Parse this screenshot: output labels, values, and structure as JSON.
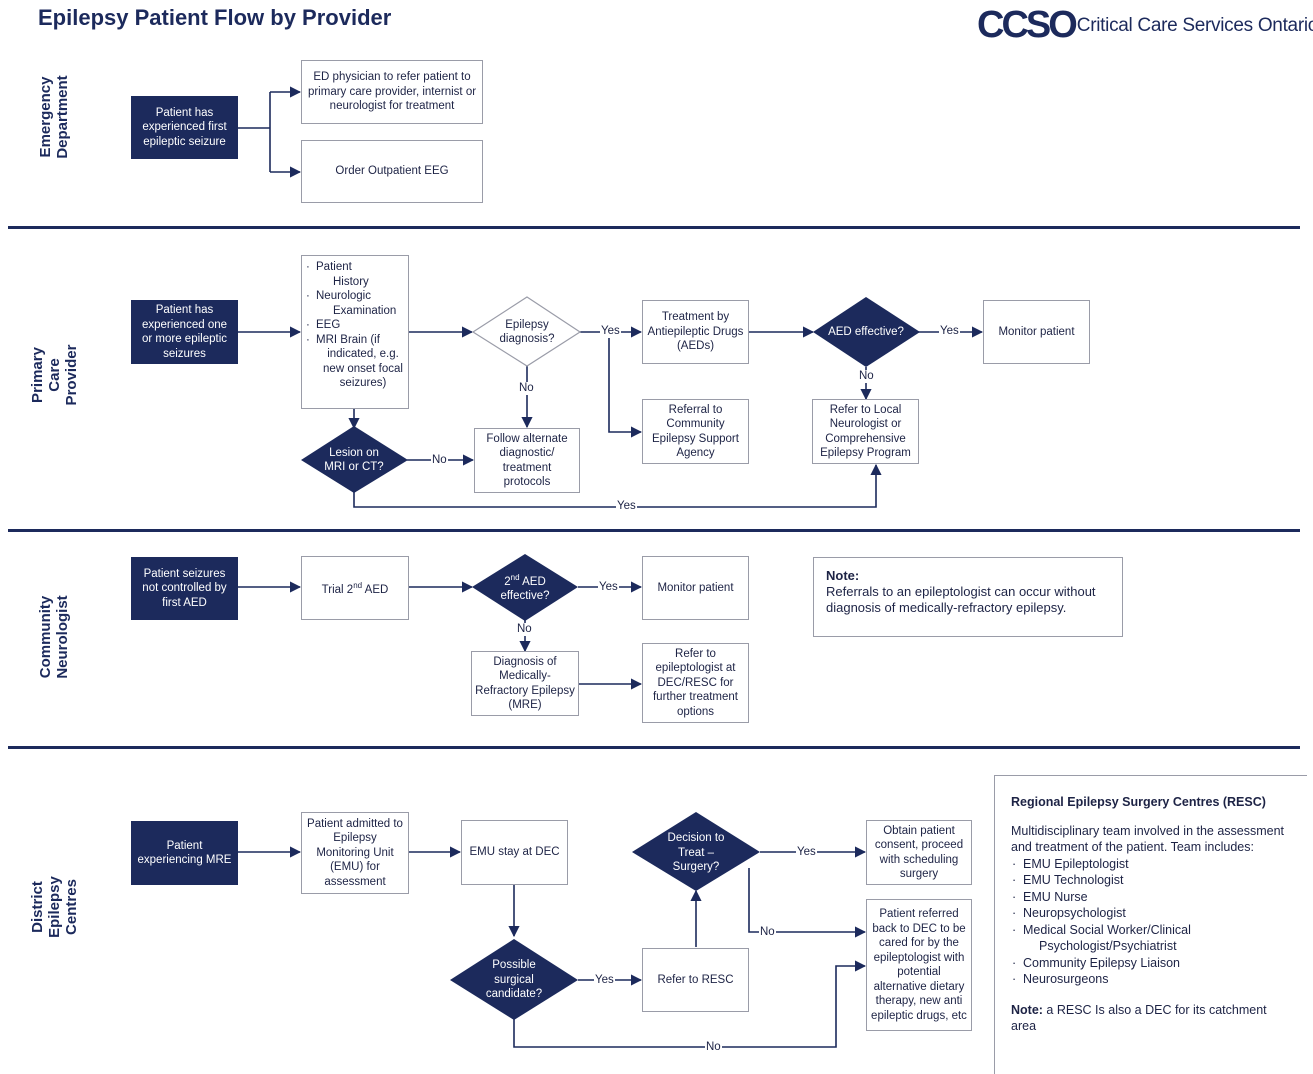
{
  "title": "Epilepsy Patient Flow by Provider",
  "logo": {
    "mark": "CCSO",
    "org": "Critical Care Services Ontario"
  },
  "lanes": {
    "ed": "Emergency\nDepartment",
    "pcp": "Primary Care\nProvider",
    "cn": "Community\nNeurologist",
    "dec": "District Epilepsy\nCentres"
  },
  "ed": {
    "start": "Patient has experienced first epileptic seizure",
    "refer": "ED physician to refer patient to primary care provider, internist or neurologist for treatment",
    "eeg": "Order Outpatient EEG"
  },
  "pcp": {
    "start": "Patient has experienced one or more epileptic seizures",
    "checks": {
      "history_a": "Patient",
      "history_b": "History",
      "neuro_a": "Neurologic",
      "neuro_b": "Examination",
      "eeg": "EEG",
      "mri_a": "MRI Brain (if",
      "mri_b": "indicated, e.g. new onset focal seizures)"
    },
    "diagnosis": "Epilepsy diagnosis?",
    "treatment": "Treatment by Antiepileptic Drugs (AEDs)",
    "aed_effective": "AED effective?",
    "monitor": "Monitor patient",
    "community_referral": "Referral to Community Epilepsy Support Agency",
    "refer_local": "Refer to Local Neurologist or Comprehensive Epilepsy Program",
    "lesion": "Lesion on MRI or CT?",
    "alternate": "Follow alternate diagnostic/ treatment protocols"
  },
  "cn": {
    "start": "Patient seizures not controlled by first AED",
    "trial_pre": "Trial 2",
    "trial_sup": "nd",
    "trial_post": " AED",
    "second_pre": "2",
    "second_sup": "nd",
    "second_post": " AED effective?",
    "monitor": "Monitor patient",
    "mre": "Diagnosis of Medically-Refractory Epilepsy (MRE)",
    "refer": "Refer to epileptologist at DEC/RESC for further treatment options",
    "note_title": "Note:",
    "note_body": "Referrals to an epileptologist can occur without diagnosis of medically-refractory epilepsy."
  },
  "dec": {
    "start": "Patient experiencing MRE",
    "admitted": "Patient admitted to Epilepsy Monitoring Unit (EMU) for assessment",
    "emu": "EMU stay at DEC",
    "decision": "Decision to Treat – Surgery?",
    "consent": "Obtain patient consent, proceed with scheduling surgery",
    "referred_back": "Patient referred back to DEC to be cared for by the epileptologist with potential alternative dietary therapy, new anti epileptic drugs, etc",
    "candidate": "Possible surgical candidate?",
    "refer_resc": "Refer to RESC"
  },
  "resc": {
    "title": "Regional Epilepsy Surgery Centres (RESC)",
    "intro": "Multidisciplinary team involved in the assessment and treatment of the patient. Team includes:",
    "items": [
      "EMU Epileptologist",
      "EMU Technologist",
      "EMU Nurse",
      "Neuropsychologist",
      "Medical Social Worker/Clinical"
    ],
    "items_cont": "Psychologist/Psychiatrist",
    "items2": [
      "Community Epilepsy Liaison",
      "Neurosurgeons"
    ],
    "note_label": "Note:",
    "note_text": " a RESC Is also a DEC for its catchment area"
  },
  "labels": {
    "yes": "Yes",
    "no": "No"
  }
}
